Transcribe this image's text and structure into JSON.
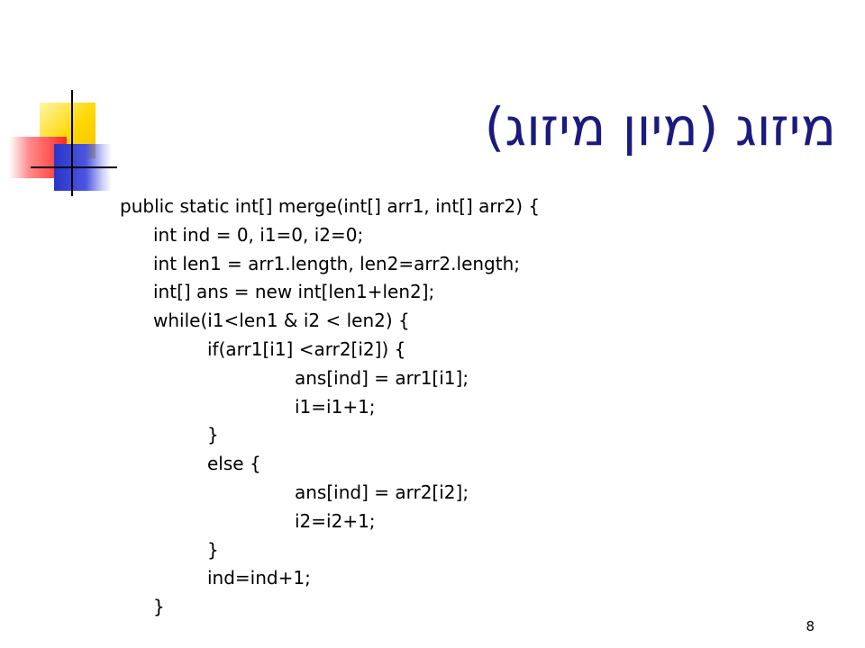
{
  "slide": {
    "title": "מיזוג (מיון מיזוג)",
    "page_number": "8"
  },
  "code": {
    "lines": [
      "public static int[] merge(int[] arr1, int[] arr2) {",
      "int ind = 0, i1=0, i2=0;",
      "int len1 = arr1.length, len2=arr2.length;",
      "int[] ans = new int[len1+len2];",
      "while(i1<len1 & i2 < len2) {",
      "if(arr1[i1] <arr2[i2]) {",
      "ans[ind] = arr1[i1];",
      "i1=i1+1;",
      "}",
      "else {",
      "ans[ind] = arr2[i2];",
      "i2=i2+1;",
      "}",
      "ind=ind+1;",
      "}"
    ]
  },
  "colors": {
    "title": "#1a1a80",
    "accent_yellow": "#ffd700",
    "accent_red": "#ff2a2a",
    "accent_blue": "#2a35c8"
  }
}
